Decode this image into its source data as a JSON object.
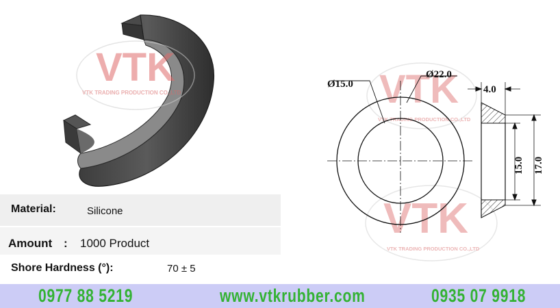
{
  "watermark": {
    "logo_text": "VTK",
    "company_text": "VTK TRADING PRODUCTION CO.,LTD"
  },
  "drawing": {
    "dim_outer_diameter": "Ø22.0",
    "dim_inner_diameter": "Ø15.0",
    "dim_width": "4.0",
    "dim_height_inner": "15.0",
    "dim_height_outer": "17.0"
  },
  "specs": {
    "material_label": "Material:",
    "material_value": "Silicone",
    "amount_label": "Amount",
    "amount_sep": ":",
    "amount_value": "1000 Product",
    "hardness_label": "Shore Hardness (°):",
    "hardness_value": "70 ± 5"
  },
  "footer": {
    "phone_1": "0977 88 5219",
    "website": "www.vtkrubber.com",
    "phone_2": "0935 07 9918"
  }
}
